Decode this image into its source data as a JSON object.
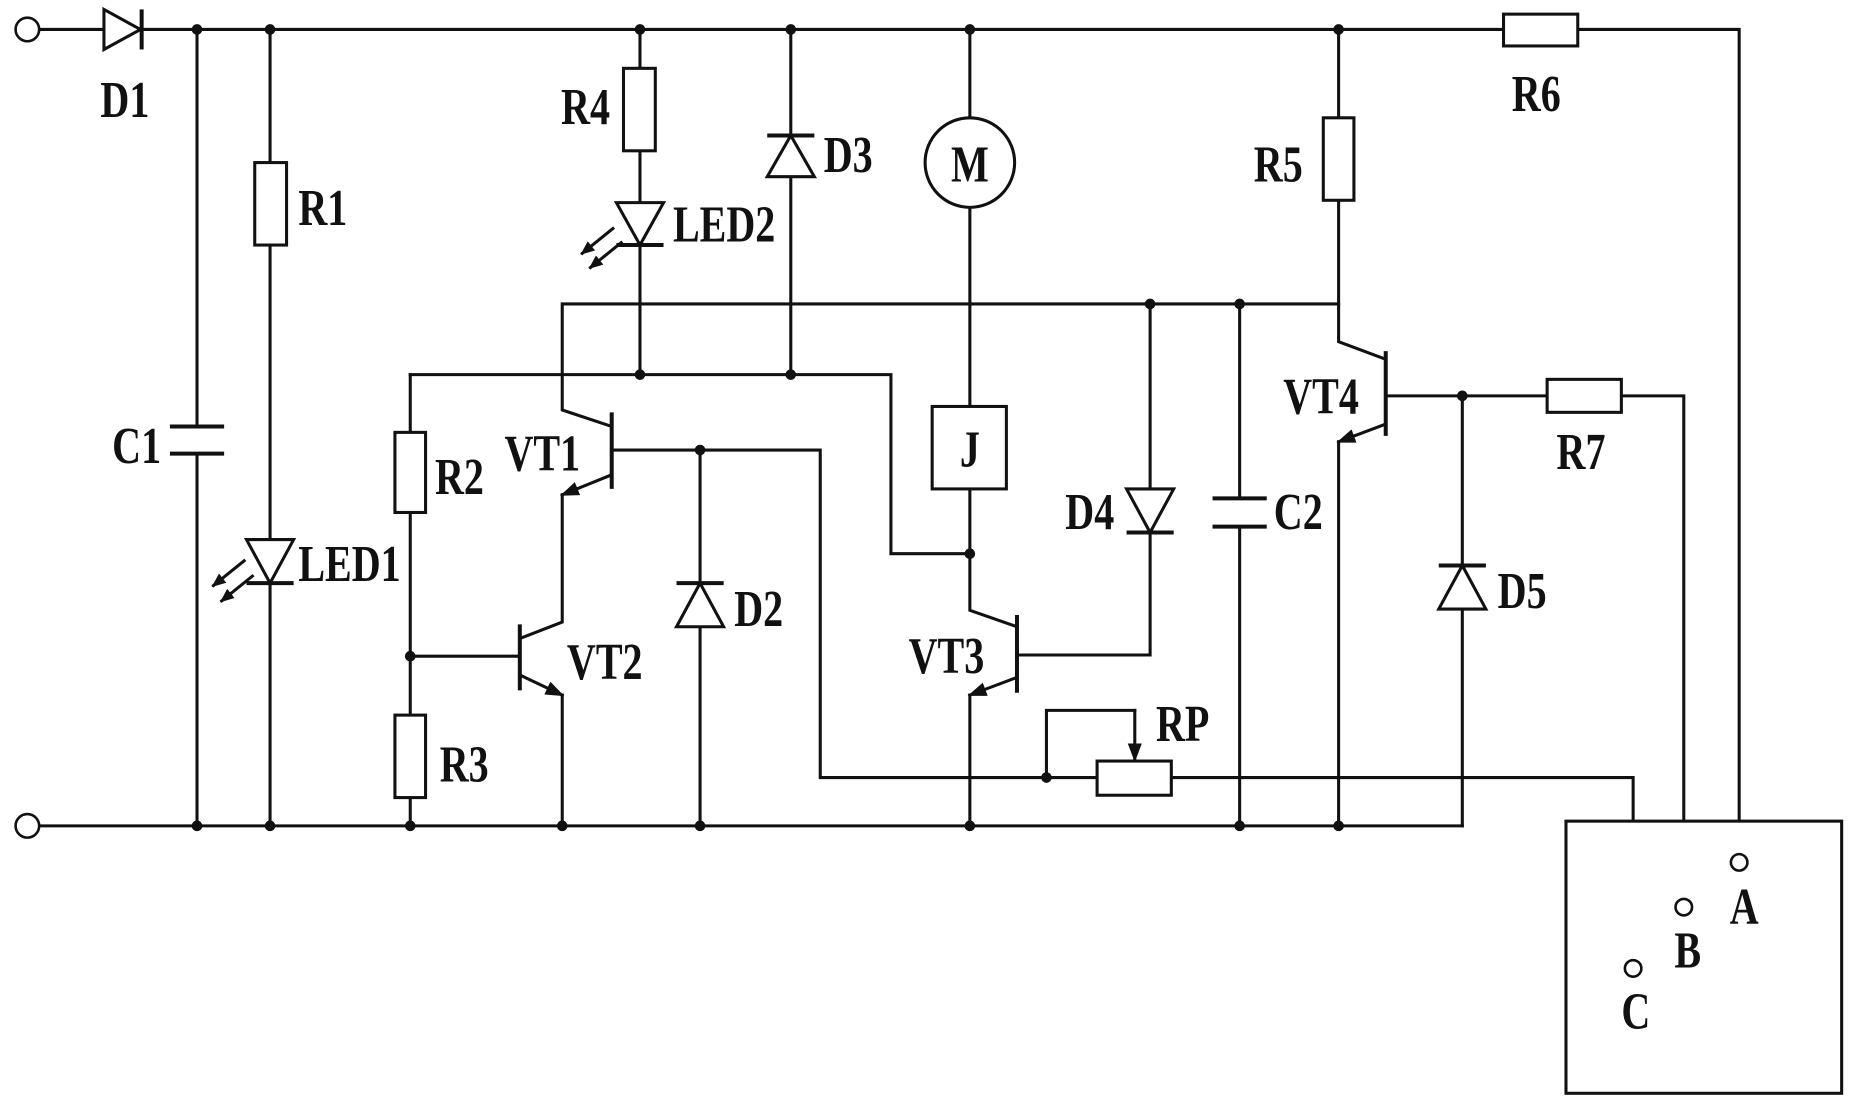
{
  "components": {
    "d1": "D1",
    "r1": "R1",
    "c1": "C1",
    "led1": "LED1",
    "r2": "R2",
    "r3": "R3",
    "r4": "R4",
    "led2": "LED2",
    "d3": "D3",
    "vt1": "VT1",
    "vt2": "VT2",
    "d2": "D2",
    "motor": "M",
    "relay": "J",
    "vt3": "VT3",
    "d4": "D4",
    "c2": "C2",
    "rp": "RP",
    "r5": "R5",
    "r6": "R6",
    "vt4": "VT4",
    "r7": "R7",
    "d5": "D5"
  },
  "terminals": {
    "a": "A",
    "b": "B",
    "c": "C"
  }
}
